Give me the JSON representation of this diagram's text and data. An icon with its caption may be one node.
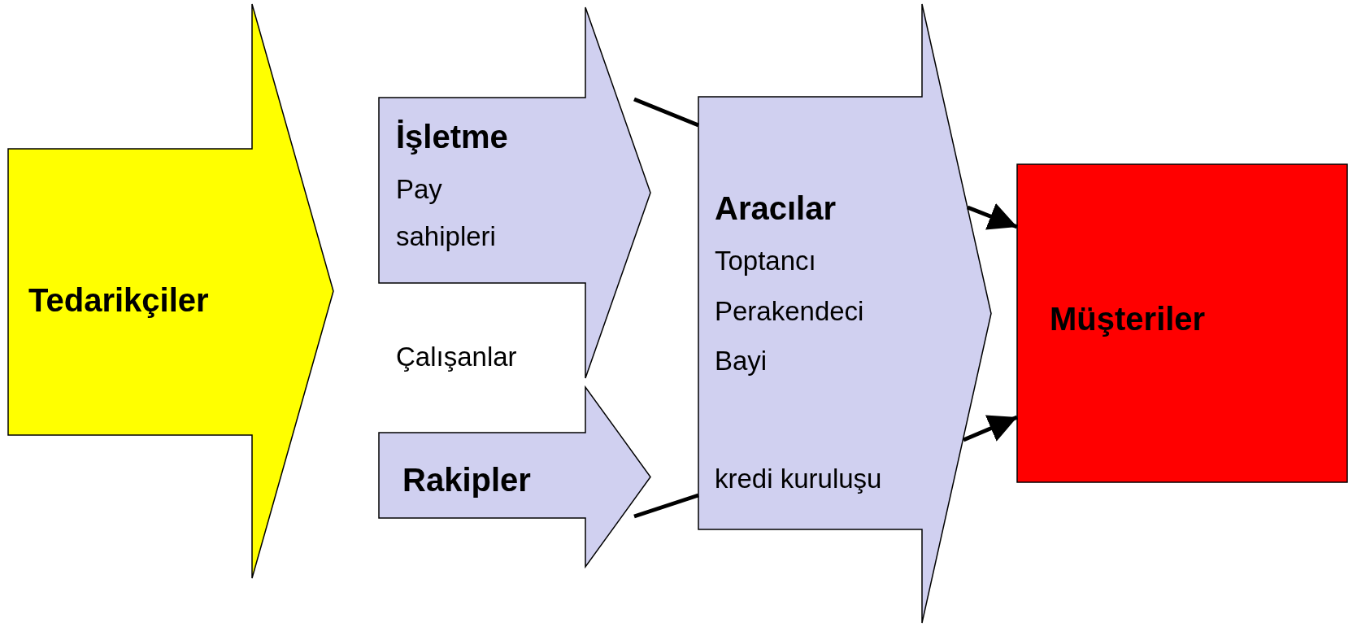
{
  "diagram": {
    "nodes": [
      {
        "text": [
          "Tedarikçiler"
        ]
      },
      {
        "text": [
          "İşletme",
          "Pay sahipleri"
        ]
      },
      {
        "text": [
          "Rakipler"
        ]
      },
      {
        "text": [
          "Aracılar",
          "Toptancı",
          "Perakendeci",
          "Bayi",
          "kredi kuruluşu"
        ]
      },
      {
        "text": [
          "Müşteriler"
        ]
      }
    ],
    "edges": [
      {
        "from": 1,
        "to": 3,
        "arrow": "none"
      },
      {
        "from": 2,
        "to": 3,
        "arrow": "none"
      },
      {
        "from": 3,
        "to": 4,
        "arrow": "to"
      },
      {
        "from": 3,
        "to": 4,
        "arrow": "to"
      }
    ],
    "labels": [
      "Çalışanlar"
    ]
  }
}
